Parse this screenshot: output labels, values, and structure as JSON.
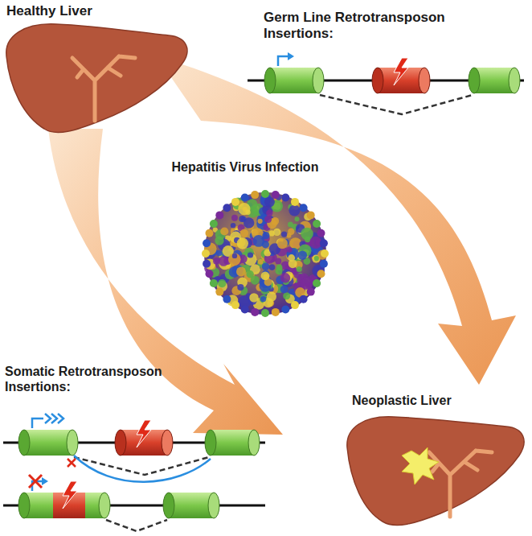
{
  "diagram": {
    "labels": [
      "Healthy Liver",
      "Germ Line Retrotransposon Insertions:",
      "Hepatitis Virus Infection",
      "Somatic Retrotransposon Insertions:",
      "Neoplastic Liver"
    ]
  }
}
